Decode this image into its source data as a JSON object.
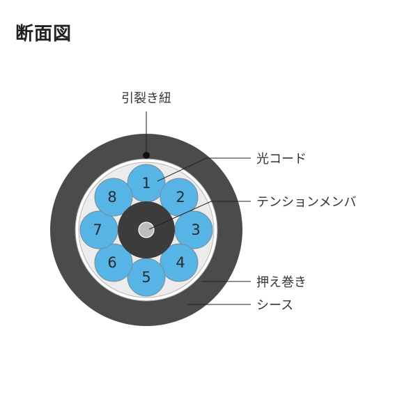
{
  "title": "断面図",
  "labels": {
    "ripcord": "引裂き紐",
    "optical_cord": "光コード",
    "tension_member": "テンションメンバ",
    "wrapping": "押え巻き",
    "sheath": "シース"
  },
  "fibers": [
    "1",
    "2",
    "3",
    "4",
    "5",
    "6",
    "7",
    "8"
  ],
  "colors": {
    "sheath": "#4b4b4b",
    "wrap": "#ffffff",
    "filler": "#ececec",
    "fiber": "#56b5e6",
    "core": "#3c3c3c",
    "center": "#bdbdbd",
    "line": "#222222"
  }
}
